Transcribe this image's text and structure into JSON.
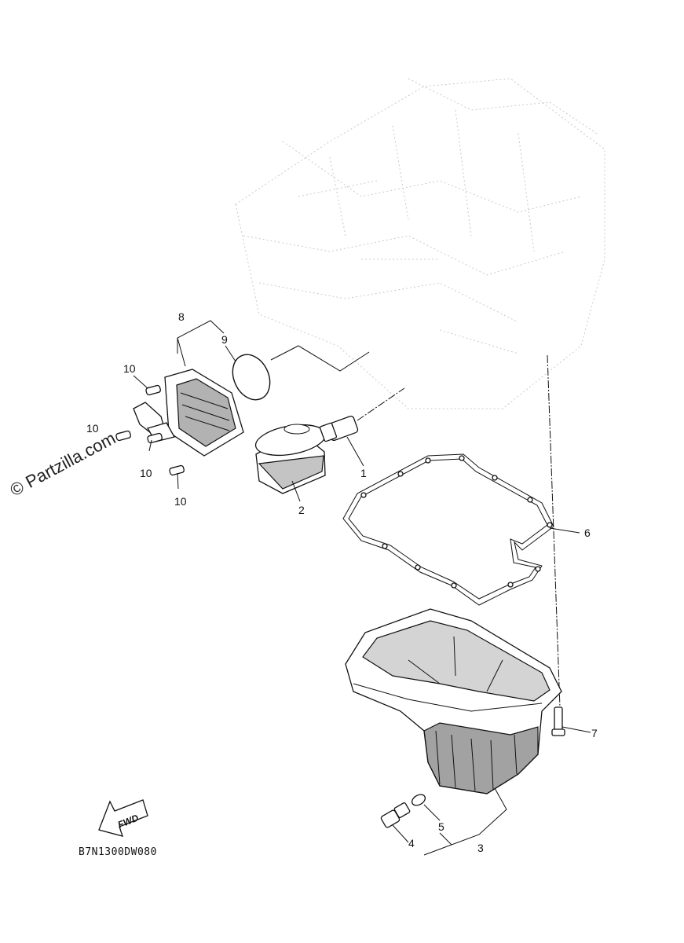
{
  "watermark": "© Partzilla.com",
  "diagram_code": "B7N1300DW080",
  "fwd_label": "FWD",
  "callouts": {
    "c1": "1",
    "c2": "2",
    "c3": "3",
    "c4": "4",
    "c5": "5",
    "c6": "6",
    "c7": "7",
    "c8": "8",
    "c9": "9",
    "c10a": "10",
    "c10b": "10",
    "c10c": "10",
    "c10d": "10"
  },
  "colors": {
    "line": "#111111",
    "ghost": "#c9c9c9",
    "background": "#ffffff"
  }
}
